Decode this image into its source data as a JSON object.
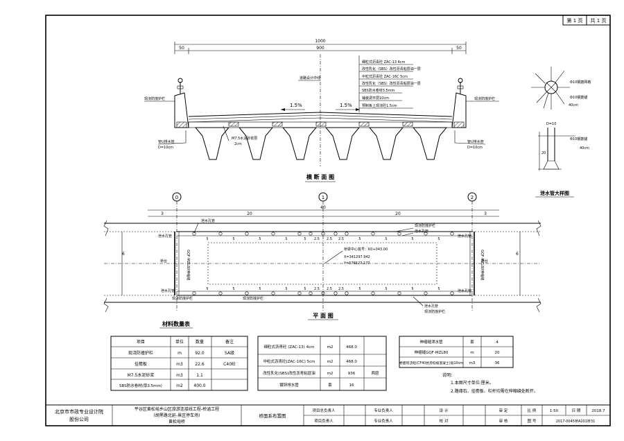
{
  "sheet": {
    "page_label": "第 1 页",
    "total_label": "共 1 页"
  },
  "section": {
    "title": "横 断 面 图",
    "dim_total": "1000",
    "dim_left": "50",
    "dim_mid": "900",
    "dim_right": "50",
    "centerline": "道路设计中线",
    "slope_left": "1.5%",
    "slope_right": "1.5%",
    "layers": [
      "细粒式沥青砼 ZAC-13 4cm",
      "改性乳化（SBS）改性沥青粘层油一层",
      "中粒式沥青砼 ZAC-16C 5cm",
      "改性乳化（SBS）改性沥青粘层油一层",
      "SBS防水卷材3.5mm",
      "铺装调平层10cm",
      "预制板上现浇砼1.5cm"
    ],
    "guard_left": "现浇防撞护栏",
    "guard_right": "现浇防撞护栏",
    "mortar": "M7.5水泥砂浆层",
    "mortar_thk": "2cm",
    "drain_left": "管U排水管",
    "drain_left_d": "D=10cm",
    "drain_right": "管U排水管",
    "drain_right_d": "D=10cm"
  },
  "detail": {
    "title": "泄水管大样图",
    "label1": "Φ10钢筋网格",
    "label2": "Φ10钢筋锚",
    "label3": "40cm",
    "label4": "D=10",
    "label5": "Φ10钢筋锚",
    "label6": "40cm",
    "dim_v": "20"
  },
  "plan": {
    "title": "平 面 图",
    "axis_0": "0",
    "axis_1": "1",
    "axis_2": "2",
    "dim_total": "40",
    "dim_left_end": "3",
    "dim_span1": "20",
    "dim_span2": "20",
    "dim_right_end": "3",
    "guard_top": "现浇防撞护栏",
    "guard_top2": "现浇防撞护栏",
    "guard_bottom": "现浇防撞护栏",
    "guard_bottom2": "现浇防撞护栏",
    "drain_tl": "泄水孔管",
    "drain_tl2": "泄水孔管",
    "drain_tr": "泄水孔管",
    "drain_tr2": "泄水孔管",
    "drain_bl": "泄水孔管",
    "drain_bl2": "泄水孔管",
    "drain_br": "泄水孔管",
    "abut_l": "桥台",
    "abut_r": "桥台",
    "width_l": "6",
    "width_r": "6",
    "joint_l": "GQF-MZL80伸缩缝",
    "joint_r": "GQF-MZL80伸缩缝",
    "station": "桥梁中心桩号：K0+043.00",
    "x": "X=341297.942",
    "y": "Y=576527.177",
    "spacing_top": [
      "5",
      "5",
      "5",
      "5",
      "5",
      "2.5",
      "2.5",
      "2.5",
      "5",
      "5",
      "5",
      "5"
    ],
    "spacing_bot": [
      "5",
      "5",
      "5",
      "5",
      "5",
      "2.5",
      "2.5",
      "2.5",
      "5",
      "5",
      "5",
      "5"
    ]
  },
  "materials": {
    "title": "材料数量表",
    "t1_headers": [
      "项目",
      "单位",
      "数量",
      "备注"
    ],
    "t1_rows": [
      [
        "现浇防撞护栏",
        "m",
        "92.0",
        "SA级"
      ],
      [
        "挂檐板",
        "m3",
        "22.6",
        "C40砼"
      ],
      [
        "M7.5水泥砂浆",
        "m3",
        "1.1",
        ""
      ],
      [
        "SBS防水卷材(厚3.5mm)",
        "m2",
        "400.0",
        ""
      ]
    ],
    "t2_rows": [
      [
        "细粒式沥青砼\n(ZAC-13) 4cm",
        "m2",
        "468.0",
        ""
      ],
      [
        "中粒式沥青砼(ZAC-16C) 5cm",
        "m2",
        "468.0",
        ""
      ],
      [
        "改性乳化(SBS)改性沥青粘层油",
        "m2",
        "936",
        "两层"
      ],
      [
        "镀锌排水管",
        "套",
        "16",
        ""
      ]
    ],
    "t3_rows": [
      [
        "伸缩缝泄水管",
        "套",
        "4"
      ],
      [
        "伸缩缝GQF-MZL80",
        "m",
        "20"
      ],
      [
        "桥面现浇砼(CF40抗渗低缩混凝土)层10cm",
        "m3",
        "36"
      ]
    ],
    "notes_title": "说明：",
    "notes": [
      "1.本图尺寸单位:厘米。",
      "2.路缘石、挂檐板、栏杆均需在伸缩缝处断开。"
    ]
  },
  "titleblock": {
    "company_l1": "北京市市政专业设计院",
    "company_l2": "股份公司",
    "project_l1": "平谷区黄松峪乡山区旅游连接线工程-桥涵工程",
    "project_l2": "(胡黑路北延-景区停车场)",
    "project_l3": "黄松峪桥",
    "drawing_name": "桥面系布置图",
    "r1": [
      "项目总负责人",
      "",
      "专业负责人",
      "",
      "设 计",
      "",
      "审 定",
      "",
      "比 例",
      "1:50",
      "日 期",
      "2018.7"
    ],
    "r2": [
      "项目负责人",
      "",
      "专业负责人",
      "",
      "校 对",
      "",
      "审 核",
      "",
      "图 号",
      "2017-0045桥A201桥31"
    ]
  }
}
